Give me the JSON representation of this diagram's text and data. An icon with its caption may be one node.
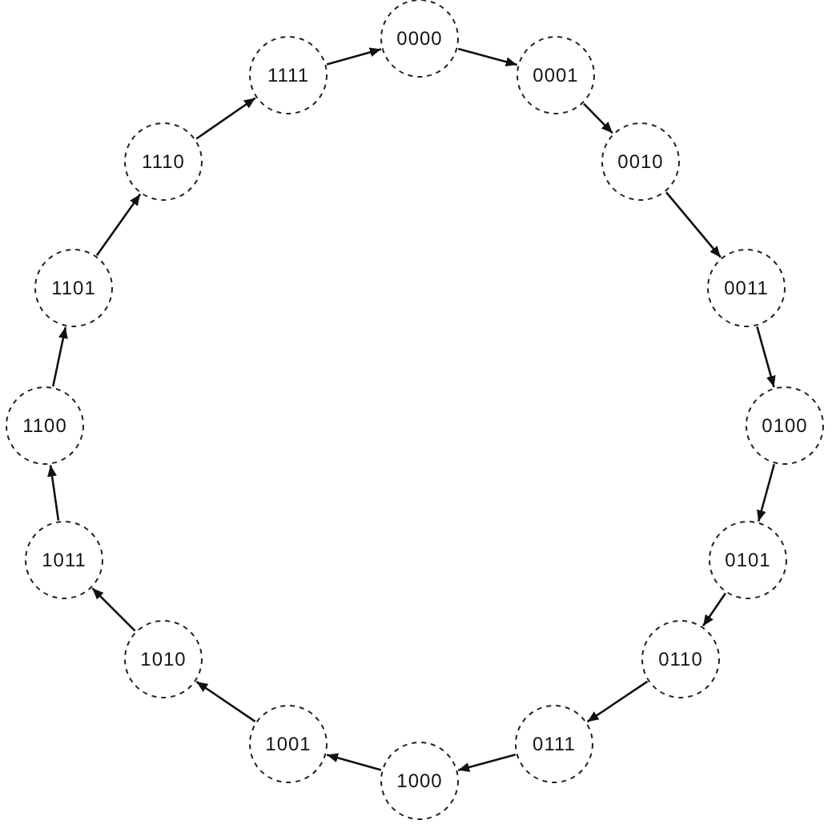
{
  "diagram": {
    "nodes": [
      {
        "text": [
          "0000"
        ]
      },
      {
        "text": [
          "0001"
        ]
      },
      {
        "text": [
          "0010"
        ]
      },
      {
        "text": [
          "0011"
        ]
      },
      {
        "text": [
          "0100"
        ]
      },
      {
        "text": [
          "0101"
        ]
      },
      {
        "text": [
          "0110"
        ]
      },
      {
        "text": [
          "0111"
        ]
      },
      {
        "text": [
          "1000"
        ]
      },
      {
        "text": [
          "1001"
        ]
      },
      {
        "text": [
          "1010"
        ]
      },
      {
        "text": [
          "1011"
        ]
      },
      {
        "text": [
          "1100"
        ]
      },
      {
        "text": [
          "1101"
        ]
      },
      {
        "text": [
          "1110"
        ]
      },
      {
        "text": [
          "1111"
        ]
      }
    ],
    "edges": [
      {
        "from": 0,
        "to": 1,
        "arrow": "to"
      },
      {
        "from": 1,
        "to": 2,
        "arrow": "to"
      },
      {
        "from": 2,
        "to": 3,
        "arrow": "to"
      },
      {
        "from": 3,
        "to": 4,
        "arrow": "to"
      },
      {
        "from": 4,
        "to": 5,
        "arrow": "to"
      },
      {
        "from": 5,
        "to": 6,
        "arrow": "to"
      },
      {
        "from": 6,
        "to": 7,
        "arrow": "to"
      },
      {
        "from": 7,
        "to": 8,
        "arrow": "to"
      },
      {
        "from": 8,
        "to": 9,
        "arrow": "to"
      },
      {
        "from": 9,
        "to": 10,
        "arrow": "to"
      },
      {
        "from": 10,
        "to": 11,
        "arrow": "to"
      },
      {
        "from": 11,
        "to": 12,
        "arrow": "to"
      },
      {
        "from": 12,
        "to": 13,
        "arrow": "to"
      },
      {
        "from": 13,
        "to": 14,
        "arrow": "to"
      },
      {
        "from": 14,
        "to": 15,
        "arrow": "to"
      },
      {
        "from": 15,
        "to": 0,
        "arrow": "to"
      }
    ]
  }
}
